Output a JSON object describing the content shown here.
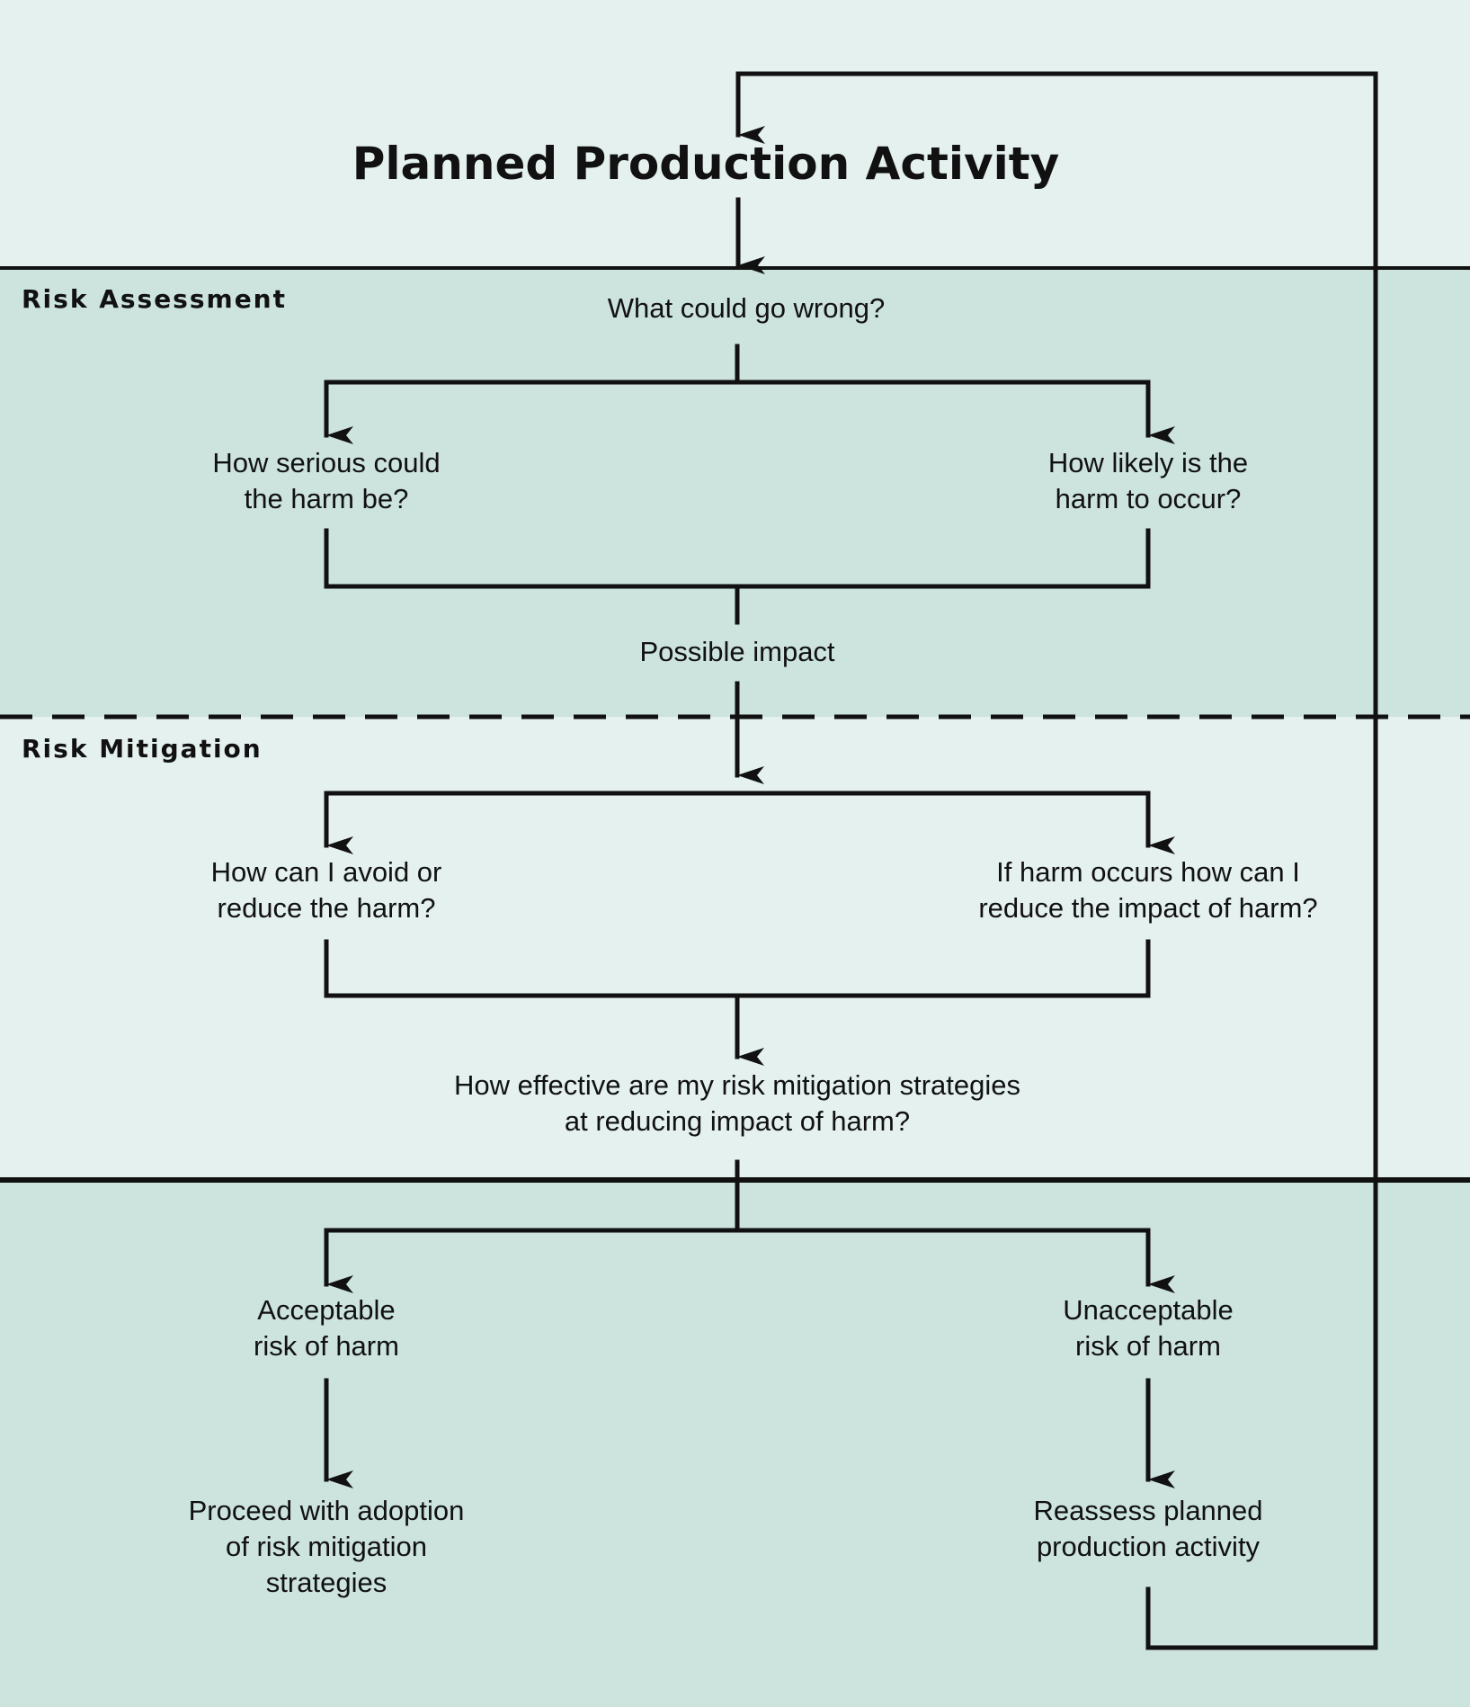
{
  "title": "Planned Production Activity",
  "colors": {
    "band_light": "#e4f1ef",
    "band_dark": "#cce3de",
    "line": "#111111"
  },
  "sections": {
    "assessment": "Risk  Assessment",
    "mitigation": "Risk  Mitigation"
  },
  "nodes": {
    "what_wrong": "What could go wrong?",
    "serious": [
      "How serious could",
      "the harm be?"
    ],
    "likely": [
      "How likely is the",
      "harm to occur?"
    ],
    "impact": "Possible impact",
    "avoid": [
      "How can I avoid or",
      "reduce the harm?"
    ],
    "reduce_impact": [
      "If harm occurs how can I",
      "reduce the impact of harm?"
    ],
    "effective": [
      "How effective are my risk mitigation strategies",
      "at reducing impact of harm?"
    ],
    "acceptable": [
      "Acceptable",
      "risk of harm"
    ],
    "unacceptable": [
      "Unacceptable",
      "risk of harm"
    ],
    "proceed": [
      "Proceed with adoption",
      "of risk mitigation",
      "strategies"
    ],
    "reassess": [
      "Reassess planned",
      "production activity"
    ]
  }
}
